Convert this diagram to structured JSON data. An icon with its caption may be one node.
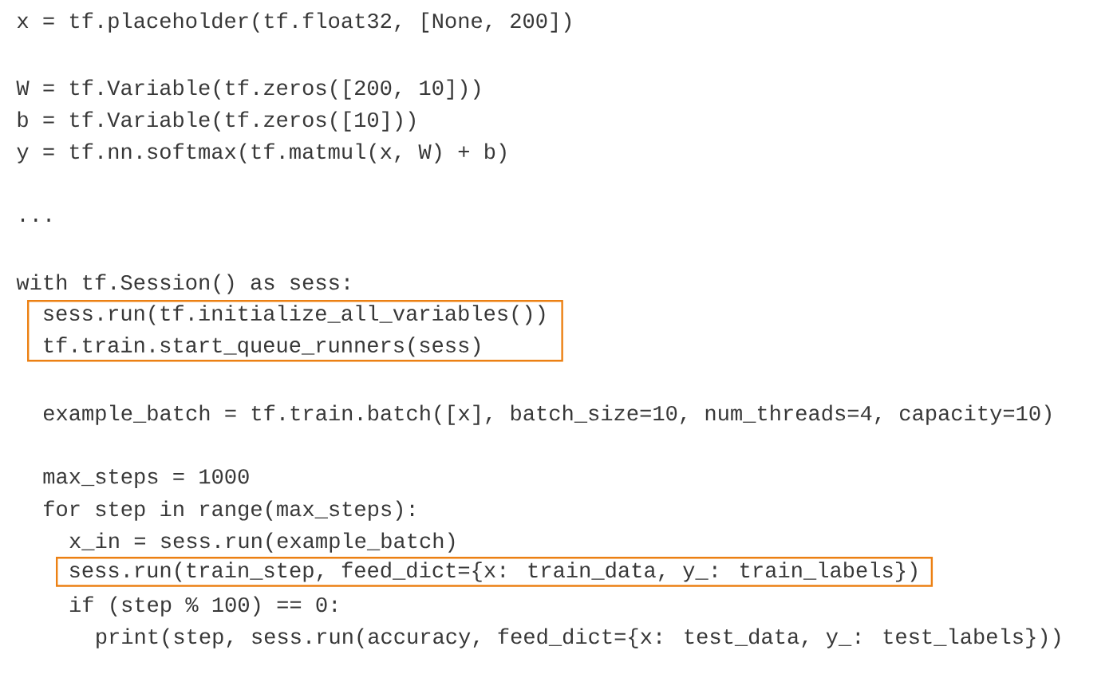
{
  "diagram": {
    "nodes": [
      {
        "text": [
          "sess.run(tf.initialize_all_variables())",
          "tf.train.start_queue_runners(sess)"
        ]
      },
      {
        "text": [
          "sess.run(train_step, feed_dict={x: train_data, y_: train_labels})"
        ]
      }
    ],
    "labels": [
      "x = tf.placeholder(tf.float32, [None, 200])",
      "W = tf.Variable(tf.zeros([200, 10]))",
      "b = tf.Variable(tf.zeros([10]))",
      "y = tf.nn.softmax(tf.matmul(x, W) + b)",
      "...",
      "with tf.Session() as sess:",
      "example_batch = tf.train.batch([x], batch_size=10, num_threads=4, capacity=10)",
      "max_steps = 1000",
      "for step in range(max_steps):",
      "x_in = sess.run(example_batch)",
      "if (step % 100) == 0:",
      "print(step, sess.run(accuracy, feed_dict={x: test_data, y_: test_labels}))"
    ]
  }
}
